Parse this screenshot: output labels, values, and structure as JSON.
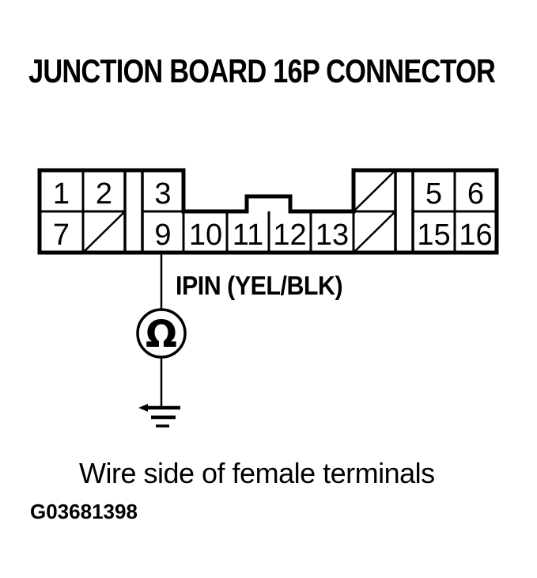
{
  "title": "JUNCTION BOARD 16P CONNECTOR",
  "connector": {
    "description": "16-pin junction board connector, wire side of female terminals",
    "pins": [
      "1",
      "2",
      "3",
      "5",
      "6",
      "7",
      "9",
      "10",
      "11",
      "12",
      "13",
      "15",
      "16"
    ],
    "blocked_positions": [
      "4",
      "8",
      "14"
    ]
  },
  "wire": {
    "label": "IPIN (YEL/BLK)",
    "from_pin": "9",
    "meter_symbol": "Ω"
  },
  "caption": "Wire side of female terminals",
  "figure_id": "G03681398",
  "colors": {
    "ink": "#000000",
    "background": "#ffffff"
  }
}
